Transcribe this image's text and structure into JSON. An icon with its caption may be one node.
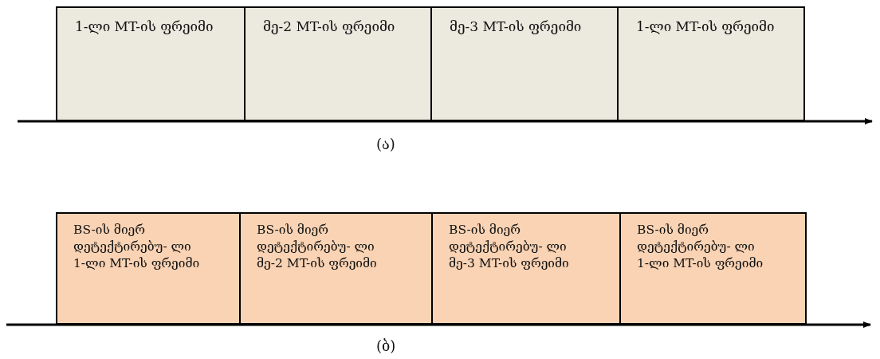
{
  "diagram": {
    "nodes": [
      {
        "text": [
          "1-ლი MT-ის ფრეიმი"
        ]
      },
      {
        "text": [
          "მე-2 MT-ის ფრეიმი"
        ]
      },
      {
        "text": [
          "მე-3 MT-ის ფრეიმი"
        ]
      },
      {
        "text": [
          "1-ლი MT-ის ფრეიმი"
        ]
      },
      {
        "text": [
          "BS-ის მიერ დეტექტირებუ- ლი 1-ლი MT-ის ფრეიმი"
        ]
      },
      {
        "text": [
          "BS-ის მიერ დეტექტირებუ- ლი მე-2 MT-ის ფრეიმი"
        ]
      },
      {
        "text": [
          "BS-ის მიერ დეტექტირებუ- ლი მე-3 MT-ის ფრეიმი"
        ]
      },
      {
        "text": [
          "BS-ის მიერ დეტექტირებუ- ლი 1-ლი MT-ის ფრეიმი"
        ]
      }
    ],
    "labels": [
      "(ა)",
      "(ბ)"
    ]
  }
}
